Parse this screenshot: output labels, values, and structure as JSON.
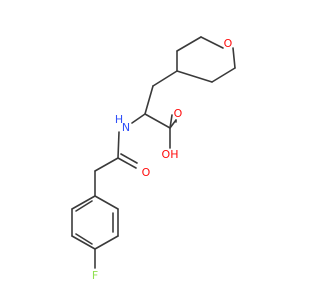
{
  "molecule": {
    "atoms": {
      "oxygen_ring": {
        "label": "O",
        "color": "#ff0d0d"
      },
      "nitrogen": {
        "label": "H\nN",
        "label_h": "H",
        "label_n": "N",
        "color": "#3050f8"
      },
      "oxygen_carbonyl_acid": {
        "label": "O",
        "color": "#ff0d0d"
      },
      "oxygen_hydroxyl": {
        "label": "OH",
        "color": "#ff0d0d"
      },
      "oxygen_carbonyl_amide": {
        "label": "O",
        "color": "#ff0d0d"
      },
      "fluorine": {
        "label": "F",
        "color": "#90e050"
      }
    },
    "bond_color": "#3a3a3a",
    "background_color": "#ffffff"
  }
}
